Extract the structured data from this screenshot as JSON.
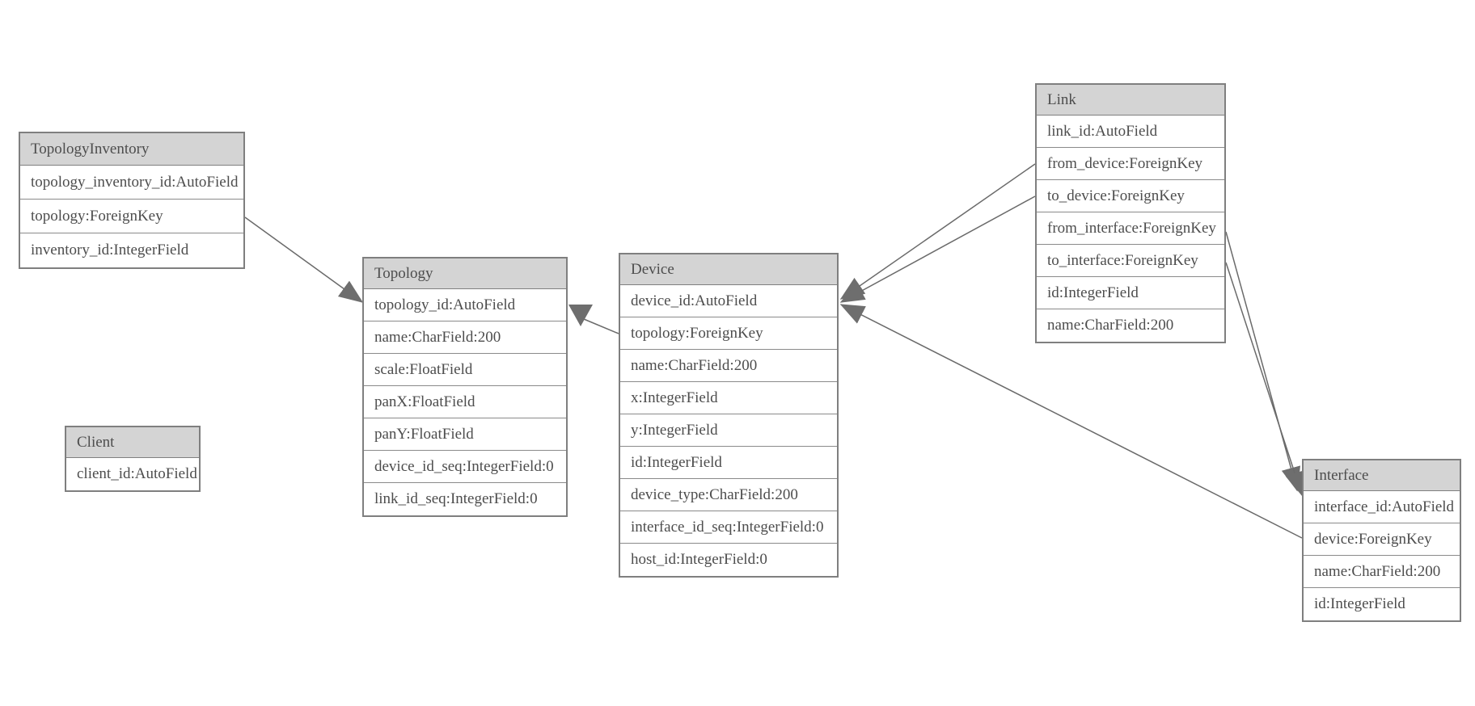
{
  "diagram": {
    "kind": "database-model-diagram",
    "colors": {
      "background": "#ffffff",
      "header_bg": "#d4d4d4",
      "table_border": "#7f7f7f",
      "text": "#4d4d4d",
      "line": "#6a6a6a",
      "arrowhead": "#6e6e6e"
    },
    "tables": [
      {
        "name": "TopologyInventory",
        "fields": [
          "topology_inventory_id:AutoField",
          "topology:ForeignKey",
          "inventory_id:IntegerField"
        ]
      },
      {
        "name": "Topology",
        "fields": [
          "topology_id:AutoField",
          "name:CharField:200",
          "scale:FloatField",
          "panX:FloatField",
          "panY:FloatField",
          "device_id_seq:IntegerField:0",
          "link_id_seq:IntegerField:0"
        ]
      },
      {
        "name": "Client",
        "fields": [
          "client_id:AutoField"
        ]
      },
      {
        "name": "Device",
        "fields": [
          "device_id:AutoField",
          "topology:ForeignKey",
          "name:CharField:200",
          "x:IntegerField",
          "y:IntegerField",
          "id:IntegerField",
          "device_type:CharField:200",
          "interface_id_seq:IntegerField:0",
          "host_id:IntegerField:0"
        ]
      },
      {
        "name": "Link",
        "fields": [
          "link_id:AutoField",
          "from_device:ForeignKey",
          "to_device:ForeignKey",
          "from_interface:ForeignKey",
          "to_interface:ForeignKey",
          "id:IntegerField",
          "name:CharField:200"
        ]
      },
      {
        "name": "Interface",
        "fields": [
          "interface_id:AutoField",
          "device:ForeignKey",
          "name:CharField:200",
          "id:IntegerField"
        ]
      }
    ],
    "relationships": [
      {
        "from": "TopologyInventory.topology",
        "to": "Topology"
      },
      {
        "from": "Device.topology",
        "to": "Topology"
      },
      {
        "from": "Link.from_device",
        "to": "Device"
      },
      {
        "from": "Link.to_device",
        "to": "Device"
      },
      {
        "from": "Interface.device",
        "to": "Device"
      },
      {
        "from": "Link.from_interface",
        "to": "Interface"
      },
      {
        "from": "Link.to_interface",
        "to": "Interface"
      }
    ]
  }
}
